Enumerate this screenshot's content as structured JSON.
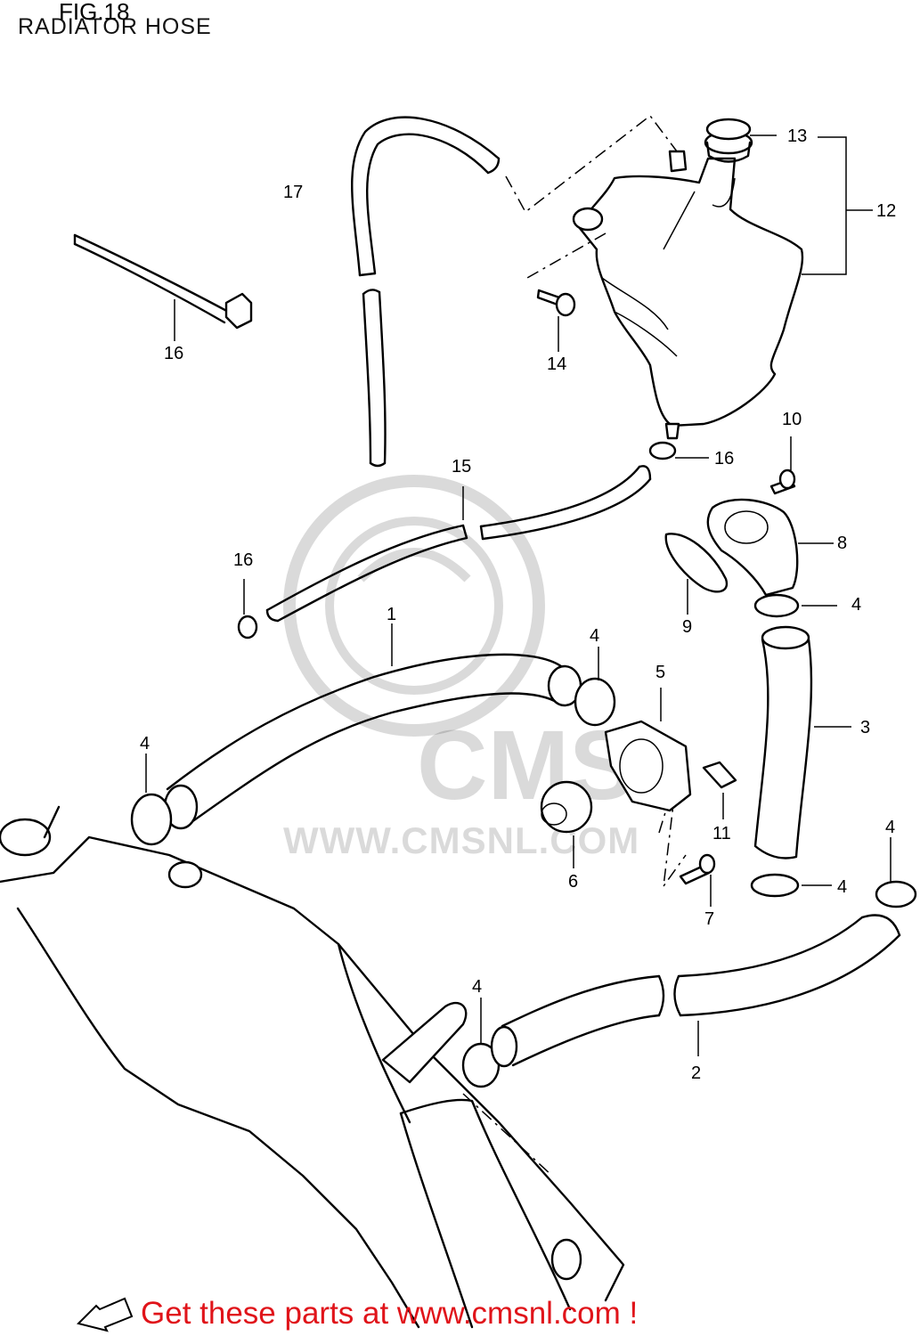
{
  "header": {
    "title": "FIG.18",
    "subtitle": "RADIATOR HOSE"
  },
  "callouts": {
    "c1": "1",
    "c2": "2",
    "c3": "3",
    "c4a": "4",
    "c4b": "4",
    "c4c": "4",
    "c4d": "4",
    "c4e": "4",
    "c4f": "4",
    "c5": "5",
    "c6": "6",
    "c7": "7",
    "c8": "8",
    "c9": "9",
    "c10": "10",
    "c11": "11",
    "c12": "12",
    "c13": "13",
    "c14": "14",
    "c15": "15",
    "c16a": "16",
    "c16b": "16",
    "c16c": "16",
    "c17": "17"
  },
  "watermark": {
    "brand": "CMS",
    "url": "WWW.CMSNL.COM"
  },
  "footer": {
    "fwd_label": "FWD",
    "text": "Get these parts at www.cmsnl.com !"
  },
  "colors": {
    "footer_text": "#e0141a",
    "line": "#000000"
  }
}
